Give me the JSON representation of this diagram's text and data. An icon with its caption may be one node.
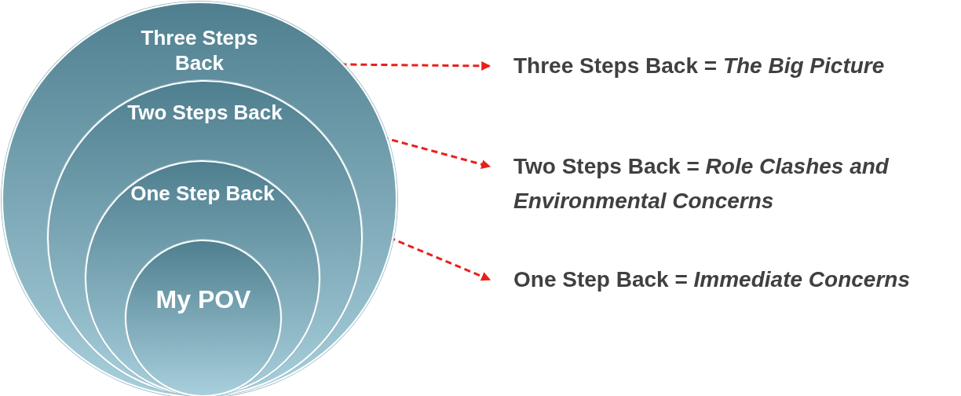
{
  "diagram": {
    "nodes": [
      {
        "text": [
          "Three Steps Back"
        ]
      },
      {
        "text": [
          "Two Steps Back"
        ],
        "in": 0
      },
      {
        "text": [
          "One Step Back"
        ],
        "in": 1
      },
      {
        "text": [
          "My POV"
        ],
        "in": 2
      },
      {
        "text": [
          "Three Steps Back = *The Big Picture*"
        ]
      },
      {
        "text": [
          "Two Steps Back = *Role Clashes and Environmental Concerns*"
        ]
      },
      {
        "text": [
          "One Step Back = *Immediate Concerns*"
        ]
      }
    ],
    "edges": [
      {
        "from": 0,
        "to": 4,
        "arrow": "to",
        "style": "dashed",
        "color": "#e8201c"
      },
      {
        "from": 1,
        "to": 5,
        "arrow": "to",
        "style": "dashed",
        "color": "#e8201c"
      },
      {
        "from": 2,
        "to": 6,
        "arrow": "to",
        "style": "dashed",
        "color": "#e8201c"
      }
    ]
  }
}
